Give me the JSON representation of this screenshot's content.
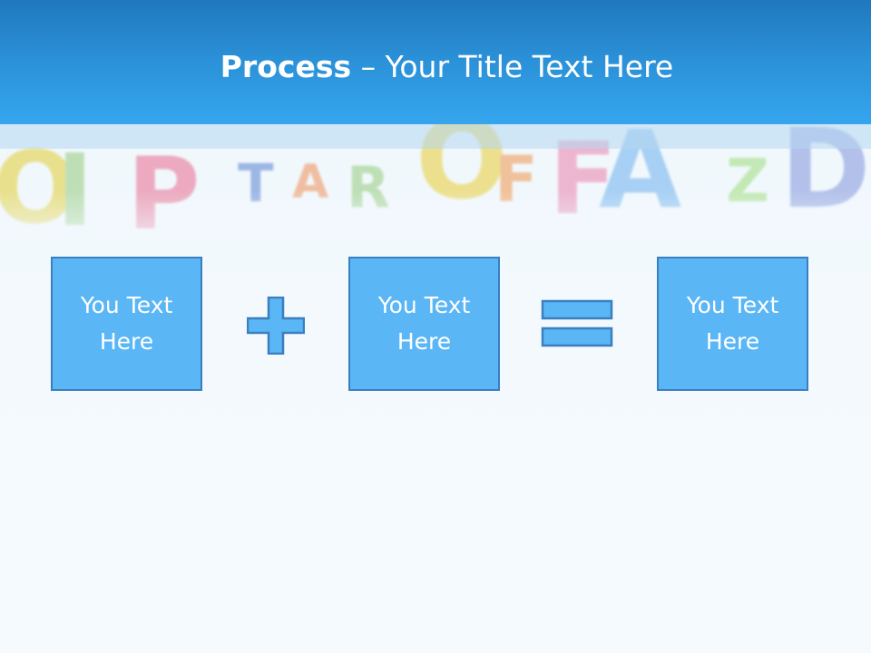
{
  "slide": {
    "title_bold": "Process",
    "title_rest": " – Your Title Text Here"
  },
  "process": {
    "steps": [
      {
        "line1": "You Text",
        "line2": "Here"
      },
      {
        "line1": "You Text",
        "line2": "Here"
      },
      {
        "line1": "You Text",
        "line2": "Here"
      }
    ],
    "operators": [
      "plus-icon",
      "equals-icon"
    ]
  },
  "colors": {
    "header_dark": "#2078be",
    "header_light": "#35a6ee",
    "box_fill": "#5ab6f5",
    "box_border": "#3a7fc0",
    "background": "#f2f9fd"
  },
  "background_art": {
    "description_icon": "alphabet-letters-banner-icon",
    "letters": [
      "O",
      "I",
      "P",
      "T",
      "A",
      "R",
      "O",
      "F",
      "F",
      "A",
      "Z",
      "D"
    ]
  }
}
